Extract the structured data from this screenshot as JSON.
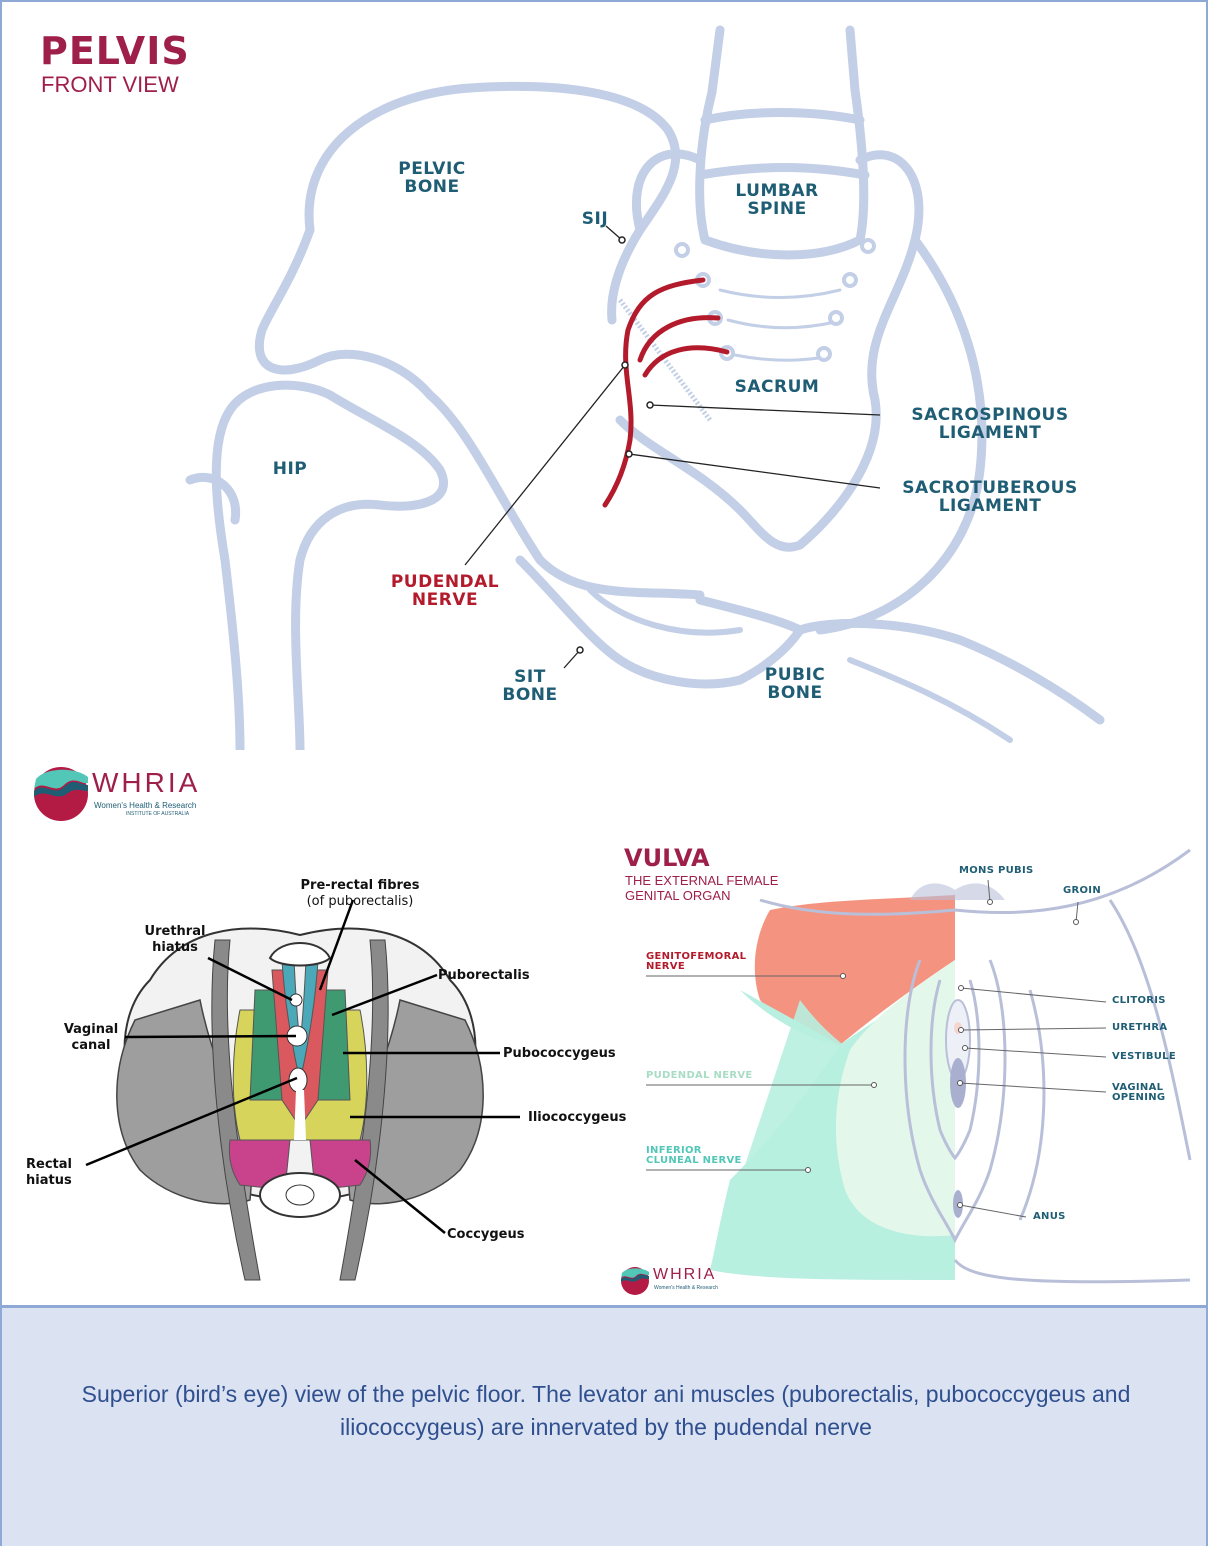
{
  "pelvis": {
    "title": "PELVIS",
    "subtitle": "FRONT VIEW",
    "labels": {
      "pelvic_bone": "PELVIC\nBONE",
      "lumbar_spine": "LUMBAR\nSPINE",
      "sij": "SIJ",
      "sacrum": "SACRUM",
      "sacrospinous": "SACROSPINOUS\nLIGAMENT",
      "sacrotuberous": "SACROTUBEROUS\nLIGAMENT",
      "hip": "HIP",
      "pudendal": "PUDENDAL\nNERVE",
      "sit_bone": "SIT\nBONE",
      "pubic_bone": "PUBIC\nBONE"
    },
    "colors": {
      "bone_outline": "#c3cfe6",
      "nerve": "#b31b2c",
      "label": "#1f5d75",
      "title": "#9e1f4a"
    }
  },
  "logo": {
    "name": "WHRIA",
    "line1": "Women's Health & Research",
    "line2": "INSTITUTE OF AUSTRALIA"
  },
  "pelvic_floor": {
    "labels": {
      "prerectal": "Pre-rectal fibres",
      "prerectal_note": "(of puborectalis)",
      "urethral_hiatus": "Urethral\nhiatus",
      "puborectalis": "Puborectalis",
      "vaginal_canal": "Vaginal\ncanal",
      "pubococcygeus": "Pubococcygeus",
      "iliococcygeus": "Iliococcygeus",
      "rectal_hiatus": "Rectal\nhiatus",
      "coccygeus": "Coccygeus"
    },
    "colors": {
      "puborectalis": "#4aa8b8",
      "pubococcygeus": "#d9595e",
      "iliococcygeus_green": "#3f9a72",
      "iliococcygeus_yellow": "#d6d45a",
      "coccygeus": "#c9438c"
    }
  },
  "vulva": {
    "title": "VULVA",
    "subtitle": "THE EXTERNAL FEMALE\nGENITAL ORGAN",
    "labels": {
      "mons_pubis": "MONS PUBIS",
      "groin": "GROIN",
      "genitofemoral": "GENITOFEMORAL\nNERVE",
      "pudendal": "PUDENDAL NERVE",
      "inferior_cluneal": "INFERIOR\nCLUNEAL NERVE",
      "clitoris": "CLITORIS",
      "urethra": "URETHRA",
      "vestibule": "VESTIBULE",
      "vaginal_opening": "VAGINAL\nOPENING",
      "anus": "ANUS"
    },
    "colors": {
      "genitofemoral": "#f4937f",
      "pudendal": "#d9f5e3",
      "inferior_cluneal": "#b8efe0"
    }
  },
  "caption": "Superior (bird’s eye) view of the pelvic floor. The levator ani muscles (puborectalis, pubococcygeus and iliococcygeus) are innervated by the pudendal nerve"
}
